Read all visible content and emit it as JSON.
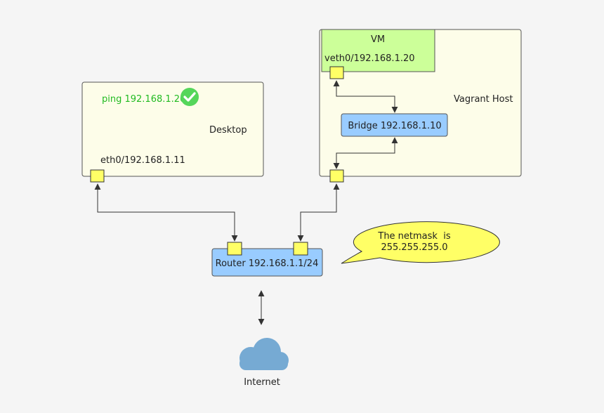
{
  "desktop": {
    "title": "Desktop",
    "ping_command": "ping 192.168.1.20",
    "ping_status_icon": "check-circle-icon",
    "interface_label": "eth0/192.168.1.11"
  },
  "vagrant_host": {
    "title": "Vagrant Host",
    "vm": {
      "title": "VM",
      "interface_label": "veth0/192.168.1.20"
    },
    "bridge_label": "Bridge 192.168.1.10"
  },
  "router": {
    "label": "Router 192.168.1.1/24"
  },
  "callout": {
    "line1": "The netmask  is",
    "line2": "255.255.255.0"
  },
  "internet": {
    "label": "Internet",
    "icon": "cloud-icon"
  },
  "colors": {
    "background": "#f5f5f5",
    "container_fill": "#fdfde9",
    "vm_fill": "#ccff99",
    "node_blue": "#99ccff",
    "port_yellow": "#ffff66",
    "callout_yellow": "#ffff66",
    "ping_green": "#22bb22",
    "check_green": "#55d65a",
    "cloud_blue": "#76aad3"
  }
}
